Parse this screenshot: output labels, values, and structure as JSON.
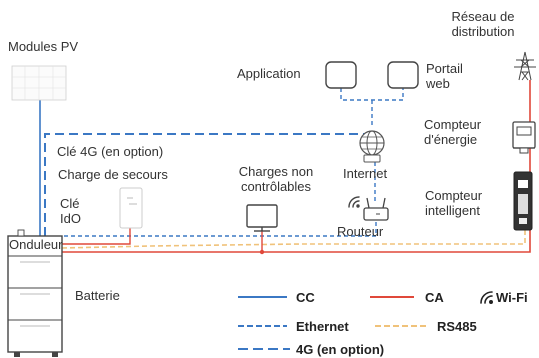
{
  "labels": {
    "modules_pv": "Modules PV",
    "reseau_line1": "Réseau de",
    "reseau_line2": "distribution",
    "application": "Application",
    "portail_line1": "Portail",
    "portail_line2": "web",
    "cle_4g": "Clé 4G (en option)",
    "charge_secours": "Charge de secours",
    "cle_ido_line1": "Clé",
    "cle_ido_line2": "IdO",
    "onduleur": "Onduleur",
    "batterie": "Batterie",
    "charges_non_line1": "Charges non",
    "charges_non_line2": "contrôlables",
    "internet": "Internet",
    "routeur": "Routeur",
    "compteur_energie_line1": "Compteur",
    "compteur_energie_line2": "d'énergie",
    "compteur_intelligent_line1": "Compteur",
    "compteur_intelligent_line2": "intelligent"
  },
  "legend": {
    "cc": "CC",
    "ca": "CA",
    "wifi": "Wi-Fi",
    "ethernet": "Ethernet",
    "rs485": "RS485",
    "g4": "4G (en option)"
  },
  "colors": {
    "dc_line": "#3b78c4",
    "ac_line": "#e0483a",
    "ethernet_line": "#3b78c4",
    "rs485_line": "#f0c27a",
    "device_stroke": "#444444"
  },
  "icons": {
    "pv_panel": "solar-panel-icon",
    "pylon": "power-pylon-icon",
    "globe": "internet-globe-icon",
    "router": "router-icon",
    "monitor": "monitor-icon",
    "wifi": "wifi-icon"
  }
}
